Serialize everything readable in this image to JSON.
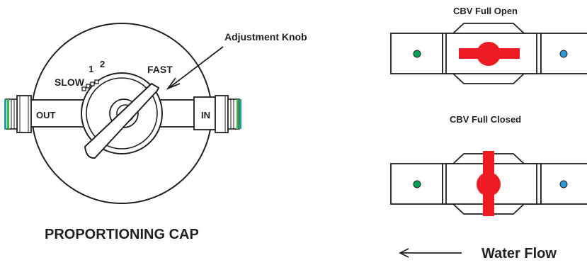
{
  "cap": {
    "slow": "SLOW",
    "one": "1",
    "two": "2",
    "fast": "FAST",
    "adjustment_knob": "Adjustment Knob",
    "out": "OUT",
    "in": "IN",
    "title": "PROPORTIONING CAP"
  },
  "valve": {
    "open_title": "CBV Full Open",
    "closed_title": "CBV Full Closed",
    "water_flow": "Water Flow"
  },
  "colors": {
    "outline": "#231f20",
    "green_port": "#00a651",
    "blue_port": "#2e9ad6",
    "handle_red": "#ed1c24",
    "teal_stripe": "#1aa0a0",
    "green_stripe": "#3cb44a",
    "gray": "#c8c8c8"
  }
}
